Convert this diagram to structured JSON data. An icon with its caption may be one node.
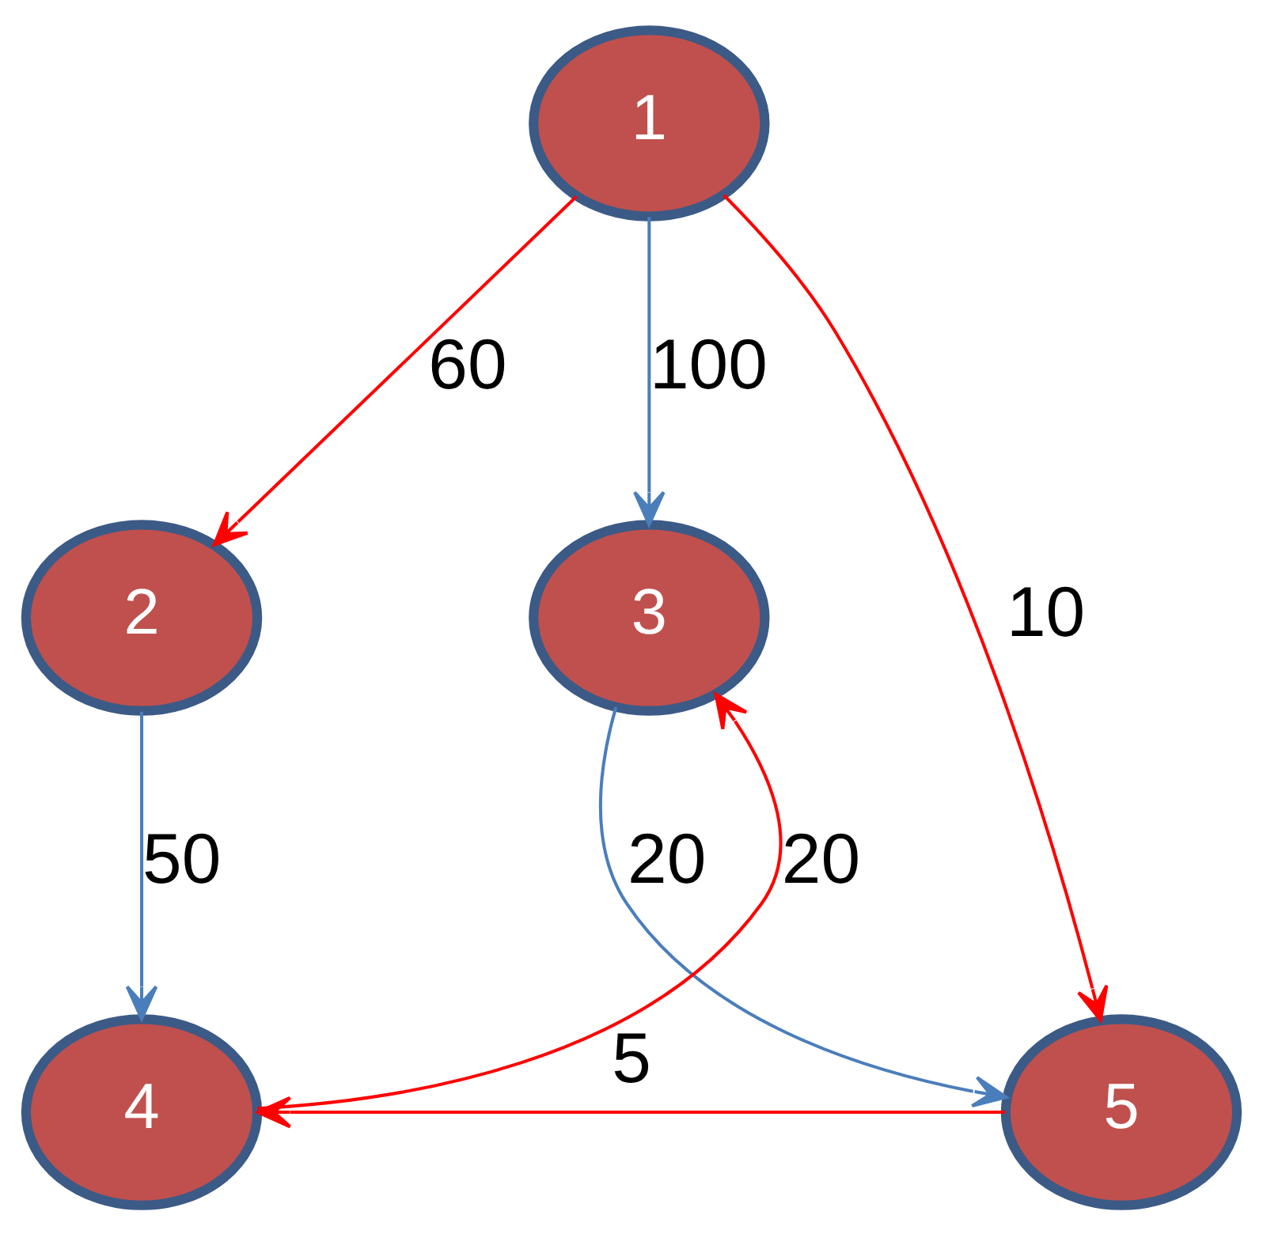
{
  "diagram": {
    "nodes": [
      {
        "text": [
          "1"
        ]
      },
      {
        "text": [
          "2"
        ]
      },
      {
        "text": [
          "3"
        ]
      },
      {
        "text": [
          "4"
        ]
      },
      {
        "text": [
          "5"
        ]
      }
    ],
    "edges": [
      {
        "from": 0,
        "to": 1,
        "arrow": "to",
        "label": "60"
      },
      {
        "from": 0,
        "to": 2,
        "arrow": "to",
        "label": "100",
        "color": "#4a7ebb"
      },
      {
        "from": 0,
        "to": 4,
        "arrow": "to",
        "label": "10"
      },
      {
        "from": 1,
        "to": 3,
        "arrow": "to",
        "label": "50",
        "color": "#4a7ebb"
      },
      {
        "from": 3,
        "to": 2,
        "arrow": "to",
        "label": "20"
      },
      {
        "from": 2,
        "to": 4,
        "arrow": "to",
        "label": "20",
        "color": "#4a7ebb"
      },
      {
        "from": 4,
        "to": 3,
        "arrow": "to",
        "label": "5"
      }
    ]
  }
}
